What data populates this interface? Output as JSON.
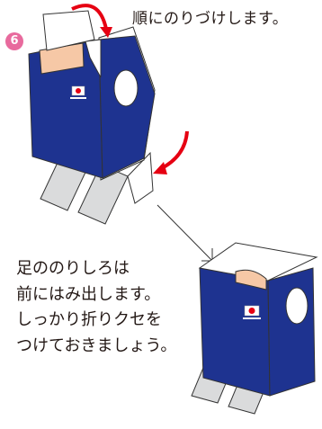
{
  "step": {
    "number": "6",
    "badge_color": "#e86a9d"
  },
  "top_caption": "順にのりづけします。",
  "instruction_lines": [
    "足ののりしろは",
    "前にはみ出します。",
    "しっかり折りクセを",
    "つけておきましょう。"
  ],
  "flag_label": "JAPAN",
  "colors": {
    "jersey": "#1e3390",
    "jersey_dark": "#16266e",
    "arrow": "#e60012",
    "leg": "#dadbdc",
    "skin": "#f6c8a6",
    "flag_red": "#e60012"
  }
}
